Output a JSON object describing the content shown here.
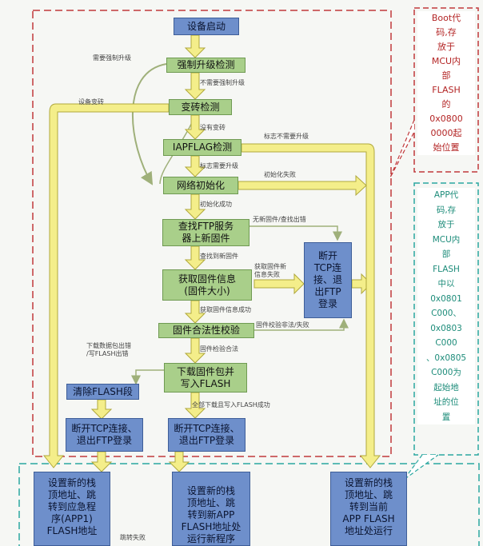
{
  "boxes": {
    "start": "设备启动",
    "force_check": "强制升级检测",
    "brick_check": "变砖检测",
    "iapflag_check": "IAPFLAG检测",
    "net_init": "网络初始化",
    "find_ftp": "查找FTP服务\n器上新固件",
    "get_info": "获取固件信息\n(固件大小)",
    "verify": "固件合法性校验",
    "download": "下载固件包并\n写入FLASH",
    "clear_flash": "清除FLASH段",
    "disconnect_left": "断开TCP连接、\n退出FTP登录",
    "disconnect_mid": "断开TCP连接、\n退出FTP登录",
    "disconnect_right": "断开\nTCP连\n接、退\n出FTP\n登录",
    "set_left": "设置新的栈\n顶地址、跳\n转到应急程\n序(APP1)\nFLASH地址",
    "set_mid": "设置新的栈\n顶地址、跳\n转到新APP\nFLASH地址处\n运行新程序",
    "set_right": "设置新的栈\n顶地址、跳\n转到当前\nAPP FLASH\n地址处运行"
  },
  "labels": {
    "need_force": "需要强制升级",
    "no_force": "不需要强制升级",
    "device_bricked": "设备变砖",
    "not_bricked": "没有变砖",
    "flag_no_upgrade": "标志不需要升级",
    "flag_upgrade": "标志需要升级",
    "init_fail": "初始化失败",
    "init_ok": "初始化成功",
    "no_new_fw": "无新固件/查找出错",
    "found_new_fw": "查找到新固件",
    "info_fail": "获取固件新\n信息失败",
    "info_ok": "获取固件信息成功",
    "verify_fail": "固件校验非法/失败",
    "download_error": "下载数据包出错\n/写FLASH出错",
    "verify_ok": "固件检验合法",
    "all_written": "全部下载且写入FLASH成功",
    "jump_fail": "跳转失败"
  },
  "notes": {
    "boot": "Boot代\n码,存\n放于\nMCU内\n部\nFLASH\n的\n0x0800\n0000起\n始位置",
    "app": "APP代\n码,存\n放于\nMCU内\n部\nFLASH\n中以\n0x0801\nC000、\n0x0803\nC000\n、0x0805\nC000为\n起始地\n址的位\n置"
  },
  "colors": {
    "process_fill": "#a9cf8a",
    "end_fill": "#6e8fcb",
    "arrow_fill": "#f4ee8a",
    "boot_border": "#c0393b",
    "app_border": "#2aa7a0"
  }
}
